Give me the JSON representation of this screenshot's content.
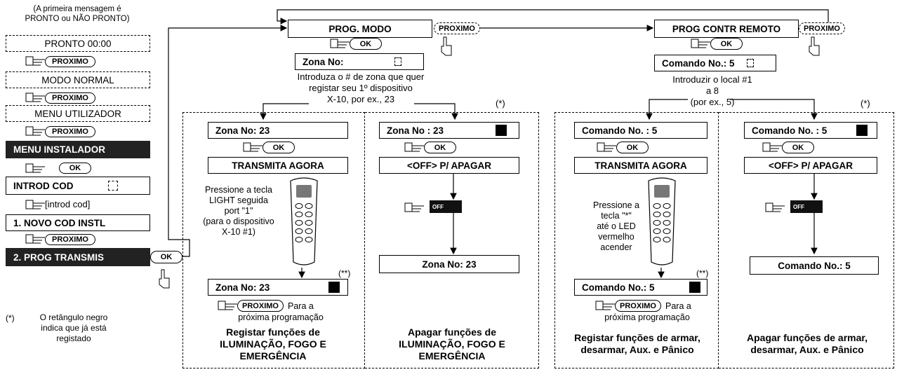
{
  "left": {
    "note": [
      "(A primeira mensagem é",
      "PRONTO ou NÃO PRONTO)"
    ],
    "pronto": "PRONTO 00:00",
    "proximo1": "PROXIMO",
    "modo_normal": "MODO NORMAL",
    "proximo2": "PROXIMO",
    "menu_utilizador": "MENU UTILIZADOR",
    "proximo3": "PROXIMO",
    "menu_instalador": "MENU INSTALADOR",
    "ok": "OK",
    "introd_cod": "INTROD COD",
    "introd_cod_hint": "[introd cod]",
    "novo_cod": "1. NOVO COD INSTL",
    "proximo4": "PROXIMO",
    "prog_transmis": "2. PROG TRANSMIS",
    "ok2": "OK",
    "footnote_mark": "(*)",
    "footnote": [
      "O retângulo negro",
      "indica que já está",
      "registado"
    ]
  },
  "prog_modo": {
    "title": "PROG. MODO",
    "proximo": "PROXIMO",
    "ok": "OK",
    "zona_label": "Zona No:",
    "instr": [
      "Introduza o # de zona que quer",
      "registar seu 1º  dispositivo",
      "X-10, por ex., 23"
    ],
    "asterisk": "(*)"
  },
  "prog_contr": {
    "title": "PROG CONTR REMOTO",
    "proximo": "PROXIMO",
    "ok": "OK",
    "comando_label": "Comando No.: 5",
    "instr": [
      "Introduzir o local #1",
      "a 8",
      "(por ex., 5)"
    ],
    "asterisk": "(*)"
  },
  "panel1": {
    "zona": "Zona No:  23",
    "ok": "OK",
    "transmit": "TRANSMITA AGORA",
    "desc": [
      "Pressione a tecla",
      "LIGHT seguida",
      "port \"1\"",
      "(para o dispositivo",
      "X-10 #1)"
    ],
    "dbl": "(**)",
    "zona_result": "Zona No: 23",
    "proximo": "PROXIMO",
    "next_text": [
      "Para a",
      "próxima programação"
    ],
    "footer": [
      "Registar funções de",
      "ILUMINAÇÃO, FOGO E",
      "EMERGÊNCIA"
    ]
  },
  "panel2": {
    "zona": "Zona No :   23",
    "ok": "OK",
    "apagar": "<OFF> P/ APAGAR",
    "off_key": "OFF",
    "zona_result": "Zona No: 23",
    "footer": [
      "Apagar funções de",
      "ILUMINAÇÃO, FOGO E",
      "EMERGÊNCIA"
    ]
  },
  "panel3": {
    "comando": "Comando No. :   5",
    "ok": "OK",
    "transmit": "TRANSMITA AGORA",
    "desc": [
      "Pressione a",
      "tecla \"*\"",
      "até o LED",
      "vermelho",
      "acender"
    ],
    "dbl": "(**)",
    "comando_result": "Comando No.: 5",
    "proximo": "PROXIMO",
    "next_text": [
      "Para a",
      "próxima programação"
    ],
    "footer": [
      "Registar funções de armar,",
      "desarmar, Aux. e Pânico"
    ]
  },
  "panel4": {
    "comando": "Comando No. :   5",
    "ok": "OK",
    "apagar": "<OFF> P/ APAGAR",
    "off_key": "OFF",
    "comando_result": "Comando No.: 5",
    "footer": [
      "Apagar funções de armar,",
      "desarmar, Aux. e Pânico"
    ]
  }
}
